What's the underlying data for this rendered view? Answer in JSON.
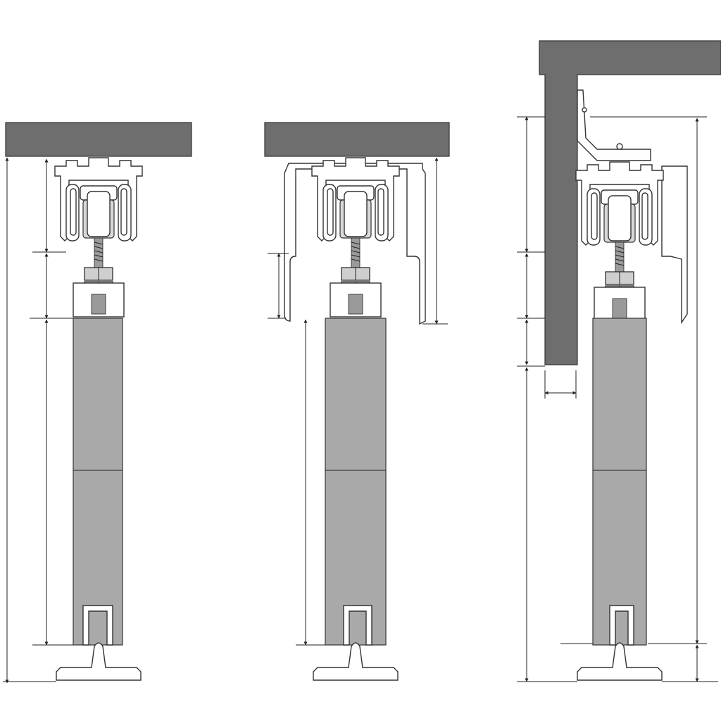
{
  "diagram": {
    "panels": [
      {
        "id": "ceiling-mount",
        "mount": "ceiling",
        "fascia": false
      },
      {
        "id": "ceiling-mount-fascia",
        "mount": "ceiling",
        "fascia": true
      },
      {
        "id": "wall-mount-bracket",
        "mount": "wall",
        "fascia": true
      }
    ]
  },
  "colors": {
    "ceiling": "#6e6e6e",
    "door": "#a9a9a9",
    "line": "#222222"
  }
}
